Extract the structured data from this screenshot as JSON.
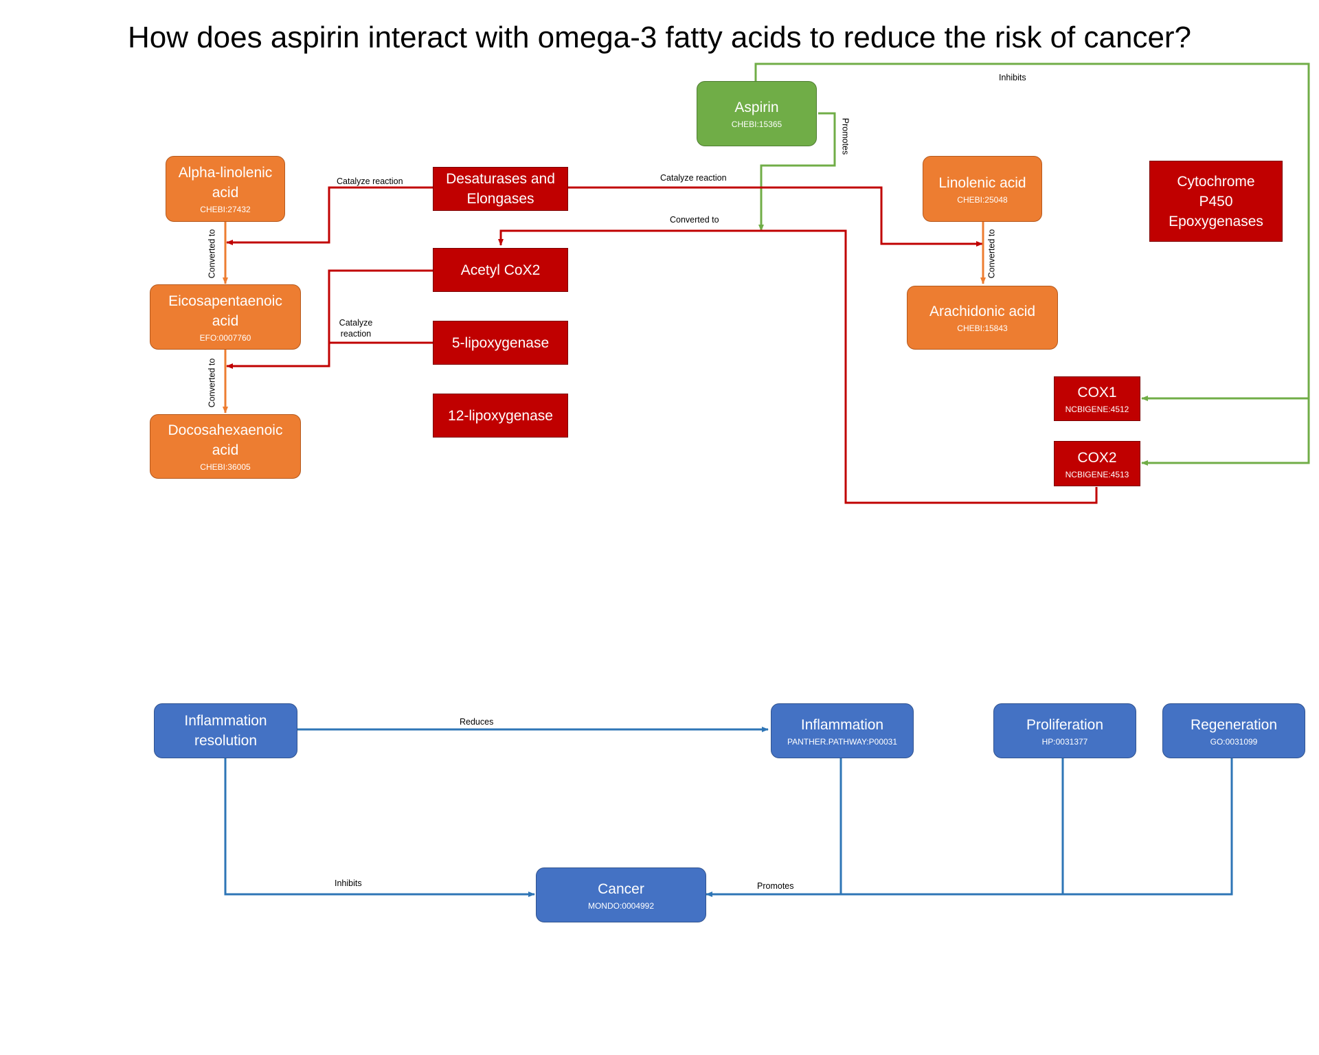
{
  "title": "How does aspirin interact with omega-3 fatty acids to reduce the risk of cancer?",
  "colors": {
    "chemical": "#ed7d31",
    "drug": "#70ad47",
    "enzyme": "#c00000",
    "process": "#4472c4"
  },
  "nodes": {
    "aspirin": {
      "label": "Aspirin",
      "id": "CHEBI:15365"
    },
    "ala": {
      "label": "Alpha-linolenic acid",
      "id": "CHEBI:27432"
    },
    "desaturases": {
      "label": "Desaturases and Elongases"
    },
    "linolenic": {
      "label": "Linolenic acid",
      "id": "CHEBI:25048"
    },
    "cyp450": {
      "label": "Cytochrome P450 Epoxygenases"
    },
    "epa": {
      "label": "Eicosapentaenoic acid",
      "id": "EFO:0007760"
    },
    "acetyl_cox2": {
      "label": "Acetyl CoX2"
    },
    "arachidonic": {
      "label": "Arachidonic acid",
      "id": "CHEBI:15843"
    },
    "lox5": {
      "label": "5-lipoxygenase"
    },
    "lox12": {
      "label": "12-lipoxygenase"
    },
    "dha": {
      "label": "Docosahexaenoic acid",
      "id": "CHEBI:36005"
    },
    "cox1": {
      "label": "COX1",
      "id": "NCBIGENE:4512"
    },
    "cox2": {
      "label": "COX2",
      "id": "NCBIGENE:4513"
    },
    "inflam_res": {
      "label": "Inflammation resolution"
    },
    "inflammation": {
      "label": "Inflammation",
      "id": "PANTHER.PATHWAY:P00031"
    },
    "proliferation": {
      "label": "Proliferation",
      "id": "HP:0031377"
    },
    "regeneration": {
      "label": "Regeneration",
      "id": "GO:0031099"
    },
    "cancer": {
      "label": "Cancer",
      "id": "MONDO:0004992"
    }
  },
  "edge_labels": {
    "inhibits_top": "Inhibits",
    "promotes_aspirin": "Promotes",
    "catalyze_left": "Catalyze reaction",
    "catalyze_right": "Catalyze reaction",
    "converted_mid": "Converted to",
    "converted_ala": "Converted to",
    "converted_linolenic": "Converted to",
    "catalyze_lox": "Catalyze reaction",
    "converted_epa": "Converted to",
    "reduces": "Reduces",
    "inhibits_bottom": "Inhibits",
    "promotes_bottom": "Promotes"
  }
}
